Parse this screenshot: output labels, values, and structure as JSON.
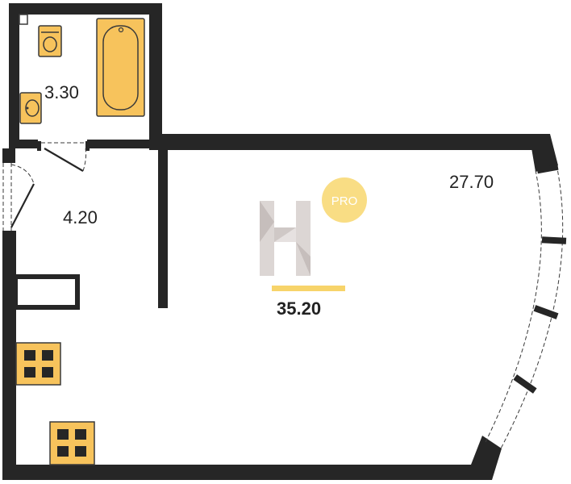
{
  "plan": {
    "rooms": [
      {
        "id": "bathroom",
        "area": "3.30"
      },
      {
        "id": "hallway",
        "area": "4.20"
      },
      {
        "id": "living",
        "area": "27.70"
      }
    ],
    "total_area": "35.20",
    "badge": {
      "text": "PRO"
    },
    "colors": {
      "wall": "#262626",
      "fixture": "#f7c35c",
      "accent": "#f7d46a",
      "badge": "#f9dd84",
      "logo": "#d8d2d0"
    }
  }
}
